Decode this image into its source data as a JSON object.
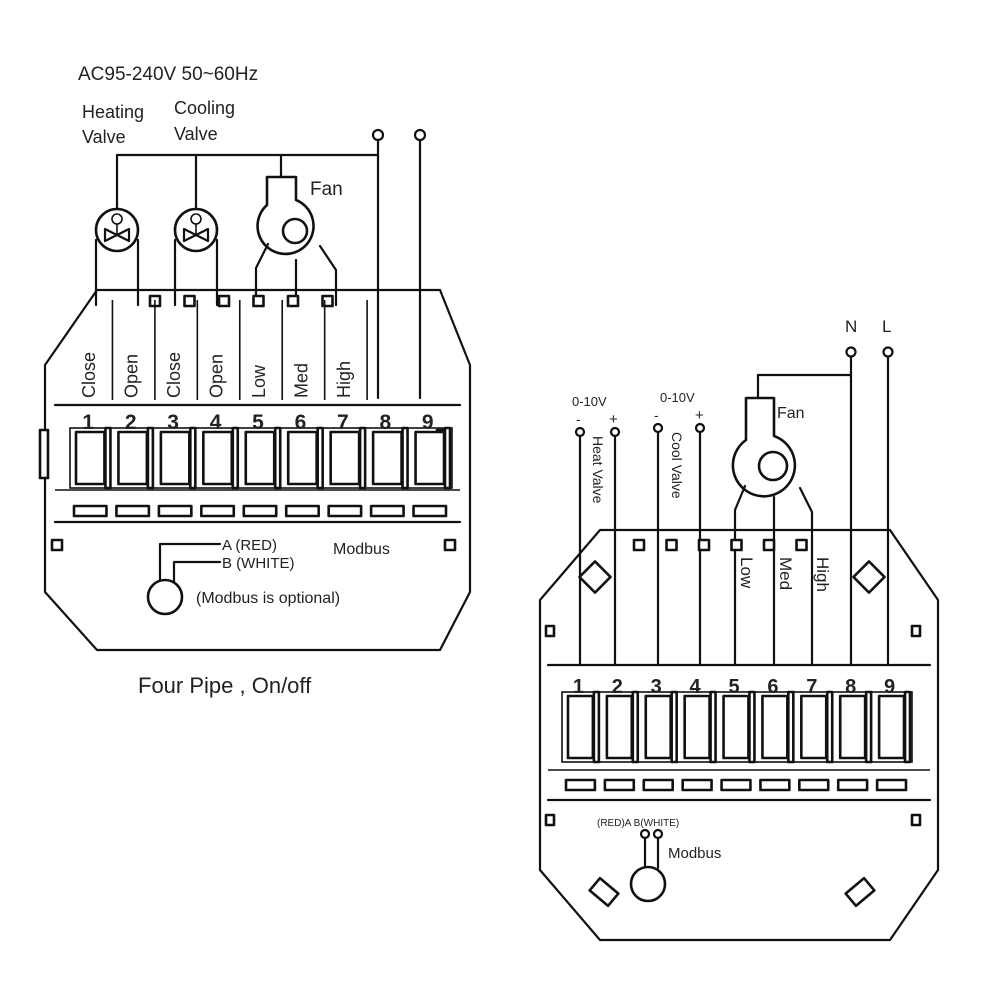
{
  "left": {
    "supply": "AC95-240V  50~60Hz",
    "heating_valve": [
      "Heating",
      "Valve"
    ],
    "cooling_valve": [
      "Cooling",
      "Valve"
    ],
    "fan": "Fan",
    "terminal_labels": [
      "Close",
      "Open",
      "Close",
      "Open",
      "Low",
      "Med",
      "High"
    ],
    "terminal_numbers": [
      "1",
      "2",
      "3",
      "4",
      "5",
      "6",
      "7",
      "8",
      "9"
    ],
    "modbus_a": "A (RED)",
    "modbus_b": "B (WHITE)",
    "modbus": "Modbus",
    "modbus_optional": "(Modbus is optional)",
    "caption": "Four Pipe , On/off"
  },
  "right": {
    "n": "N",
    "l": "L",
    "heat_voltage": "0-10V",
    "cool_voltage": "0-10V",
    "heat_minus": "-",
    "heat_plus": "+",
    "cool_minus": "-",
    "cool_plus": "+",
    "heat_valve": "Heat Valve",
    "cool_valve": "Cool Valve",
    "fan": "Fan",
    "fan_speeds": [
      "Low",
      "Med",
      "High"
    ],
    "terminal_numbers": [
      "1",
      "2",
      "3",
      "4",
      "5",
      "6",
      "7",
      "8",
      "9"
    ],
    "modbus_ab": "(RED)A  B(WHITE)",
    "modbus": "Modbus"
  }
}
